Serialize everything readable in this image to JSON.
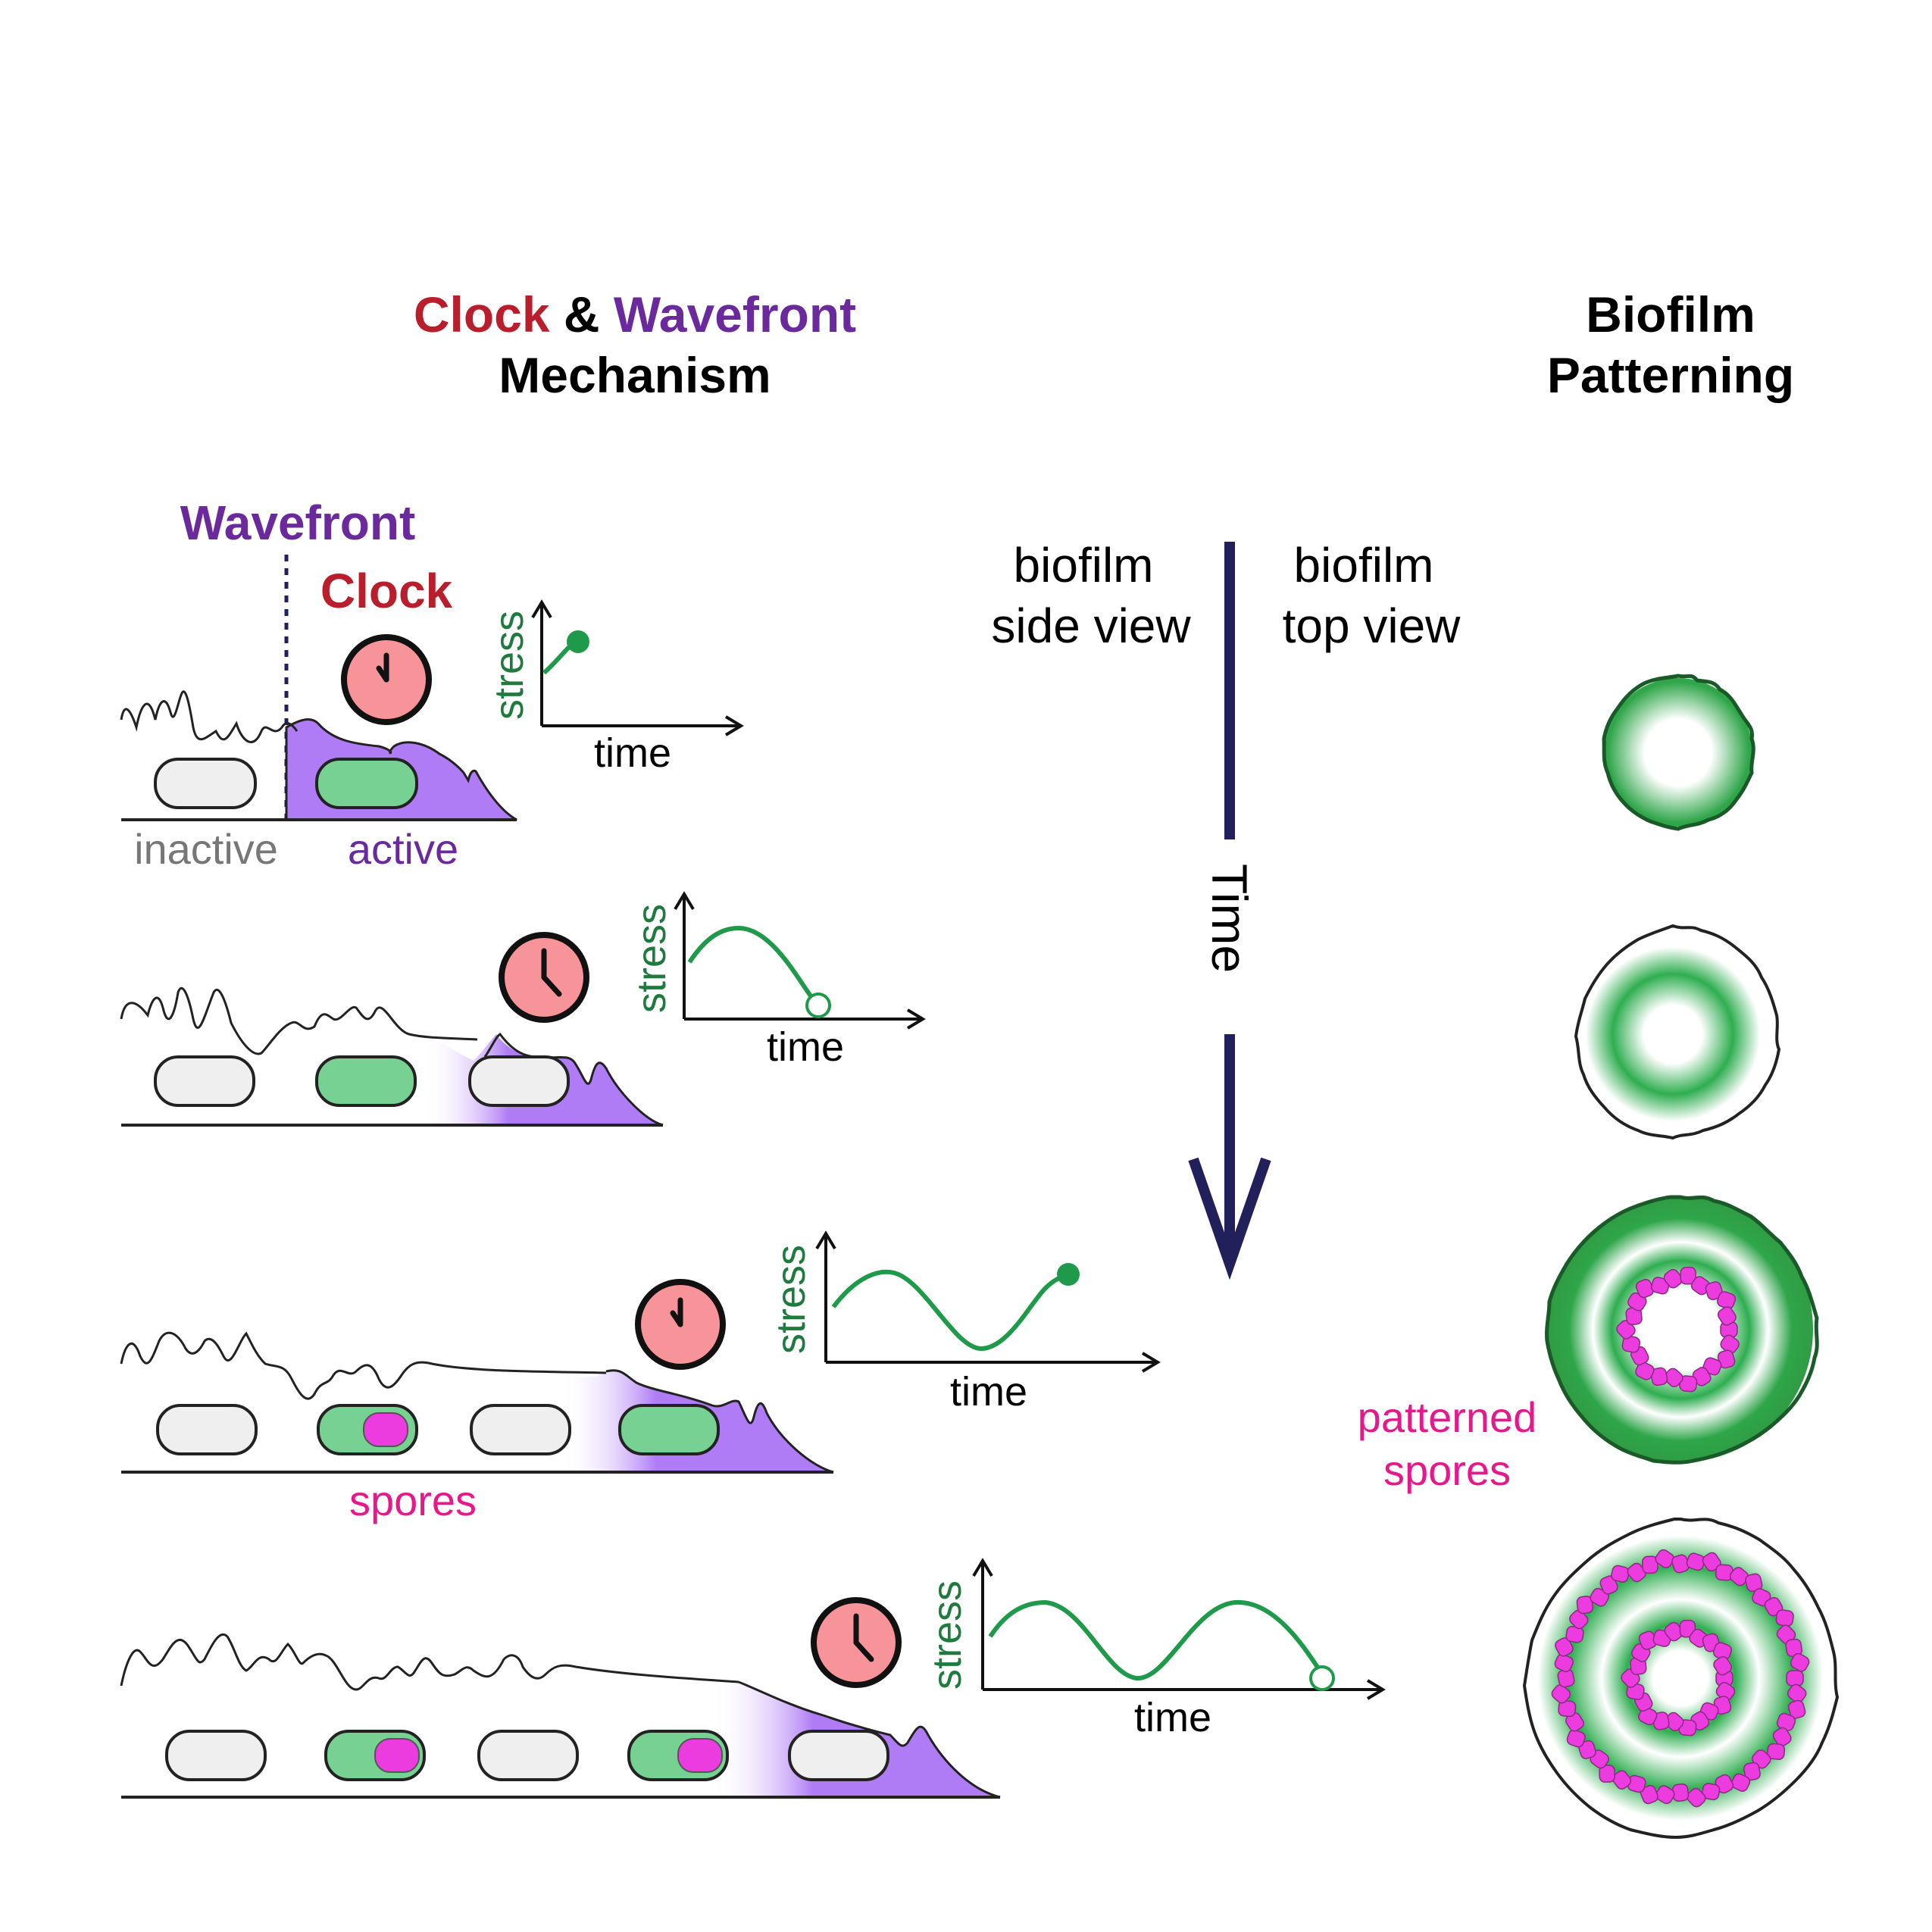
{
  "header": {
    "clock_word": "Clock",
    "amp": "&",
    "wavefront_word": "Wavefront",
    "mechanism": "Mechanism",
    "biofilm": "Biofilm",
    "patterning": "Patterning"
  },
  "labels": {
    "wavefront": "Wavefront",
    "clock": "Clock",
    "inactive": "inactive",
    "active": "active",
    "spores": "spores",
    "patterned": "patterned",
    "spores2": "spores",
    "side_view_1": "biofilm",
    "side_view_2": "side view",
    "top_view_1": "biofilm",
    "top_view_2": "top view",
    "time_axis": "Time"
  },
  "panels": [
    {
      "ylabel": "stress",
      "xlabel": "time",
      "clock_time": "11:00",
      "marker": "filled"
    },
    {
      "ylabel": "stress",
      "xlabel": "time",
      "clock_time": "4:30",
      "marker": "open"
    },
    {
      "ylabel": "stress",
      "xlabel": "time",
      "clock_time": "11:00",
      "marker": "filled"
    },
    {
      "ylabel": "stress",
      "xlabel": "time",
      "clock_time": "4:30",
      "marker": "open"
    }
  ],
  "colors": {
    "clock_red": "#b81e2c",
    "wavefront_purple": "#6a2a9c",
    "active_fill": "#b07cf5",
    "cell_green": "#77d193",
    "cell_gray": "#efefef",
    "stress_green": "#1f9a4a",
    "spore_magenta": "#ec3ce0",
    "spore_label": "#e6188c",
    "clock_face": "#f7949a",
    "time_arrow": "#22205a",
    "biofilm_green": "#2e9c40"
  }
}
